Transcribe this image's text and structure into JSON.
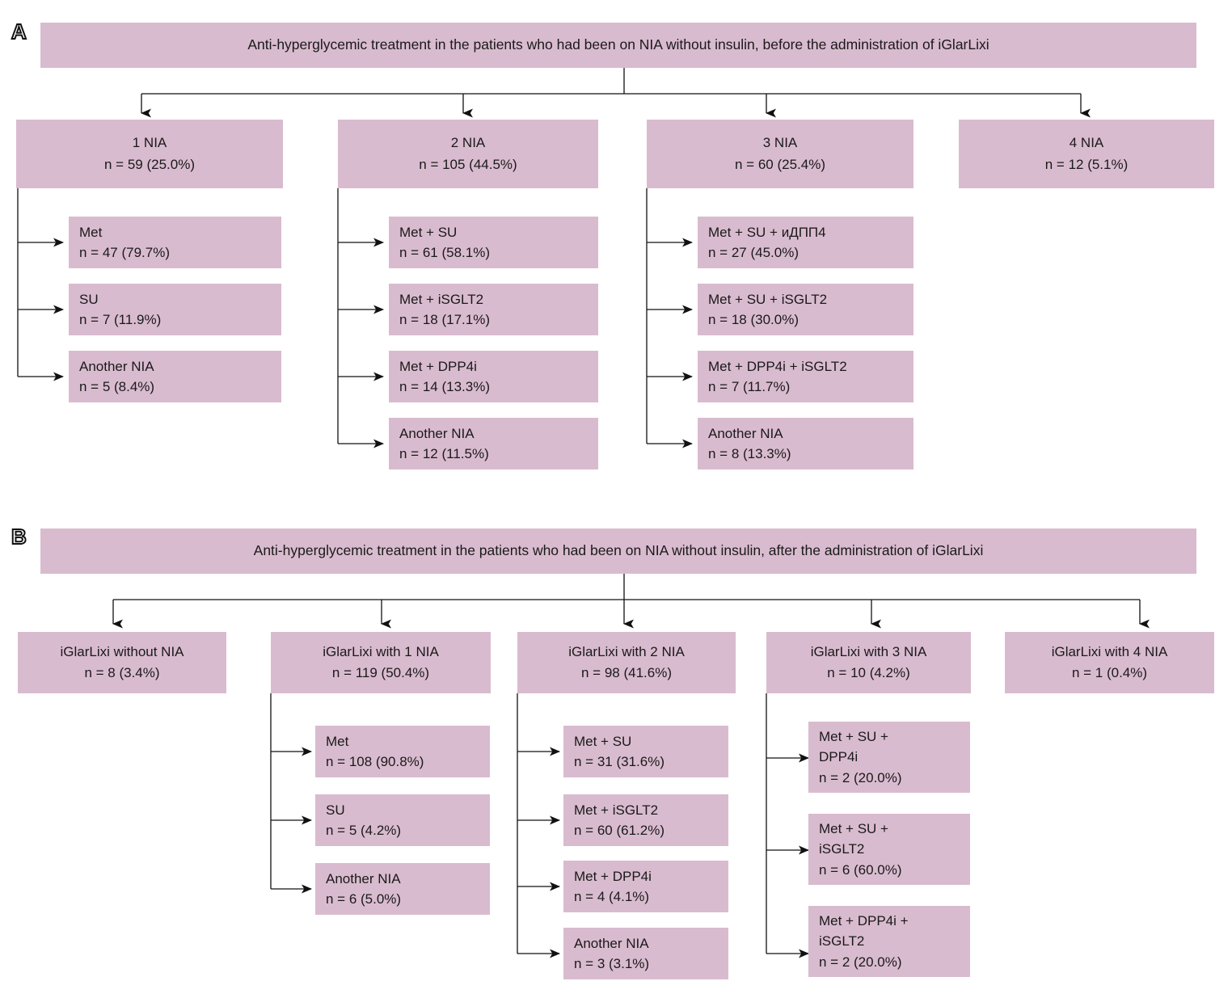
{
  "figure": {
    "type": "flowchart",
    "box_color": "#d9bbcf",
    "connector_color": "#111111",
    "panels": [
      {
        "letter": "A",
        "title": "Anti-hyperglycemic treatment in the patients who had been on NIA without insulin, before the administration of iGlarLixi",
        "groups": [
          {
            "label": "1 NIA",
            "count": "n = 59 (25.0%)",
            "children": [
              {
                "label": "Met",
                "count": "n = 47 (79.7%)"
              },
              {
                "label": "SU",
                "count": "n = 7 (11.9%)"
              },
              {
                "label": "Another NIA",
                "count": "n = 5 (8.4%)"
              }
            ]
          },
          {
            "label": "2 NIA",
            "count": "n = 105 (44.5%)",
            "children": [
              {
                "label": "Met + SU",
                "count": "n = 61 (58.1%)"
              },
              {
                "label": "Met + iSGLT2",
                "count": "n = 18 (17.1%)"
              },
              {
                "label": "Met + DPP4i",
                "count": "n = 14 (13.3%)"
              },
              {
                "label": "Another NIA",
                "count": "n = 12 (11.5%)"
              }
            ]
          },
          {
            "label": "3 NIA",
            "count": "n = 60 (25.4%)",
            "children": [
              {
                "label": "Met + SU + иДПП4",
                "count": "n = 27 (45.0%)"
              },
              {
                "label": "Met + SU + iSGLT2",
                "count": "n = 18 (30.0%)"
              },
              {
                "label": "Met + DPP4i + iSGLT2",
                "count": "n = 7 (11.7%)"
              },
              {
                "label": "Another NIA",
                "count": "n = 8 (13.3%)"
              }
            ]
          },
          {
            "label": "4 NIA",
            "count": "n = 12 (5.1%)",
            "children": []
          }
        ]
      },
      {
        "letter": "B",
        "title": "Anti-hyperglycemic treatment in the patients who had been on NIA without insulin, after the administration of iGlarLixi",
        "groups": [
          {
            "label": "iGlarLixi without NIA",
            "count": "n = 8 (3.4%)",
            "children": []
          },
          {
            "label": "iGlarLixi with 1 NIA",
            "count": "n = 119 (50.4%)",
            "children": [
              {
                "label": "Met",
                "count": "n = 108 (90.8%)"
              },
              {
                "label": "SU",
                "count": "n = 5 (4.2%)"
              },
              {
                "label": "Another NIA",
                "count": "n = 6 (5.0%)"
              }
            ]
          },
          {
            "label": "iGlarLixi with 2 NIA",
            "count": "n = 98 (41.6%)",
            "children": [
              {
                "label": "Met + SU",
                "count": "n = 31 (31.6%)"
              },
              {
                "label": "Met + iSGLT2",
                "count": "n = 60 (61.2%)"
              },
              {
                "label": "Met + DPP4i",
                "count": "n = 4 (4.1%)"
              },
              {
                "label": "Another NIA",
                "count": "n = 3 (3.1%)"
              }
            ]
          },
          {
            "label": "iGlarLixi with 3 NIA",
            "count": "n = 10 (4.2%)",
            "children": [
              {
                "label_line1": "Met + SU +",
                "label_line2": "DPP4i",
                "count": "n = 2 (20.0%)"
              },
              {
                "label_line1": "Met + SU +",
                "label_line2": "iSGLT2",
                "count": "n = 6 (60.0%)"
              },
              {
                "label_line1": "Met + DPP4i +",
                "label_line2": "iSGLT2",
                "count": "n = 2 (20.0%)"
              }
            ]
          },
          {
            "label": "iGlarLixi with 4 NIA",
            "count": "n = 1 (0.4%)",
            "children": []
          }
        ]
      }
    ]
  }
}
